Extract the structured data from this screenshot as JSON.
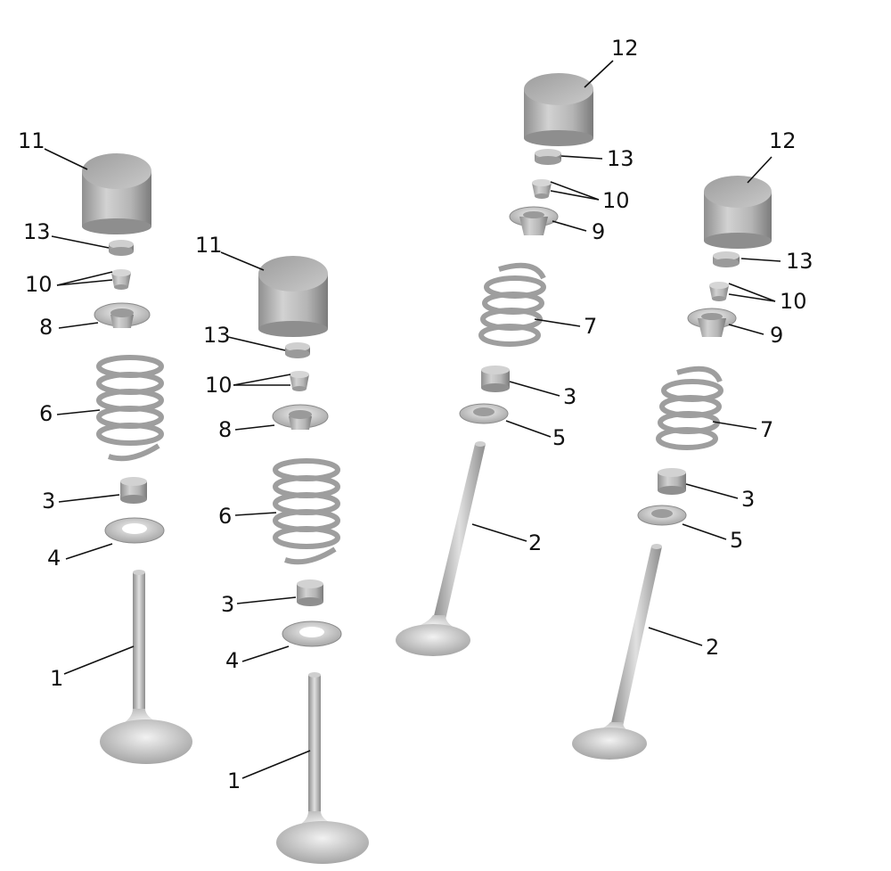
{
  "labels": {
    "n1": "1",
    "n2": "2",
    "n3": "3",
    "n4": "4",
    "n5": "5",
    "n6": "6",
    "n7": "7",
    "n8": "8",
    "n9": "9",
    "n10": "10",
    "n11": "11",
    "n12": "12",
    "n13": "13"
  },
  "colors": {
    "part_light": "#e6e6e6",
    "part_mid": "#b9b9b9",
    "part_dark": "#858585",
    "line": "#111111"
  }
}
